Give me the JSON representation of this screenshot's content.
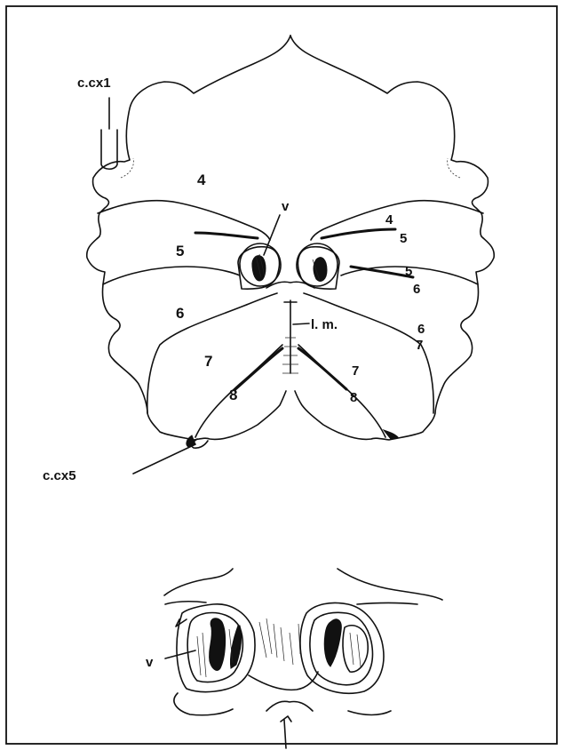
{
  "labels": {
    "cx1": "c.cx1",
    "cx5": "c.cx5",
    "v_top": "v",
    "v_bottom": "v",
    "lm": "l. m.",
    "s4": "4",
    "s5": "5",
    "s6": "6",
    "s7": "7",
    "s8": "8",
    "r4": "4",
    "r5a": "5",
    "r5b": "5",
    "r6a": "6",
    "r6b": "6",
    "r7a": "7",
    "r7b": "7",
    "r8": "8"
  }
}
